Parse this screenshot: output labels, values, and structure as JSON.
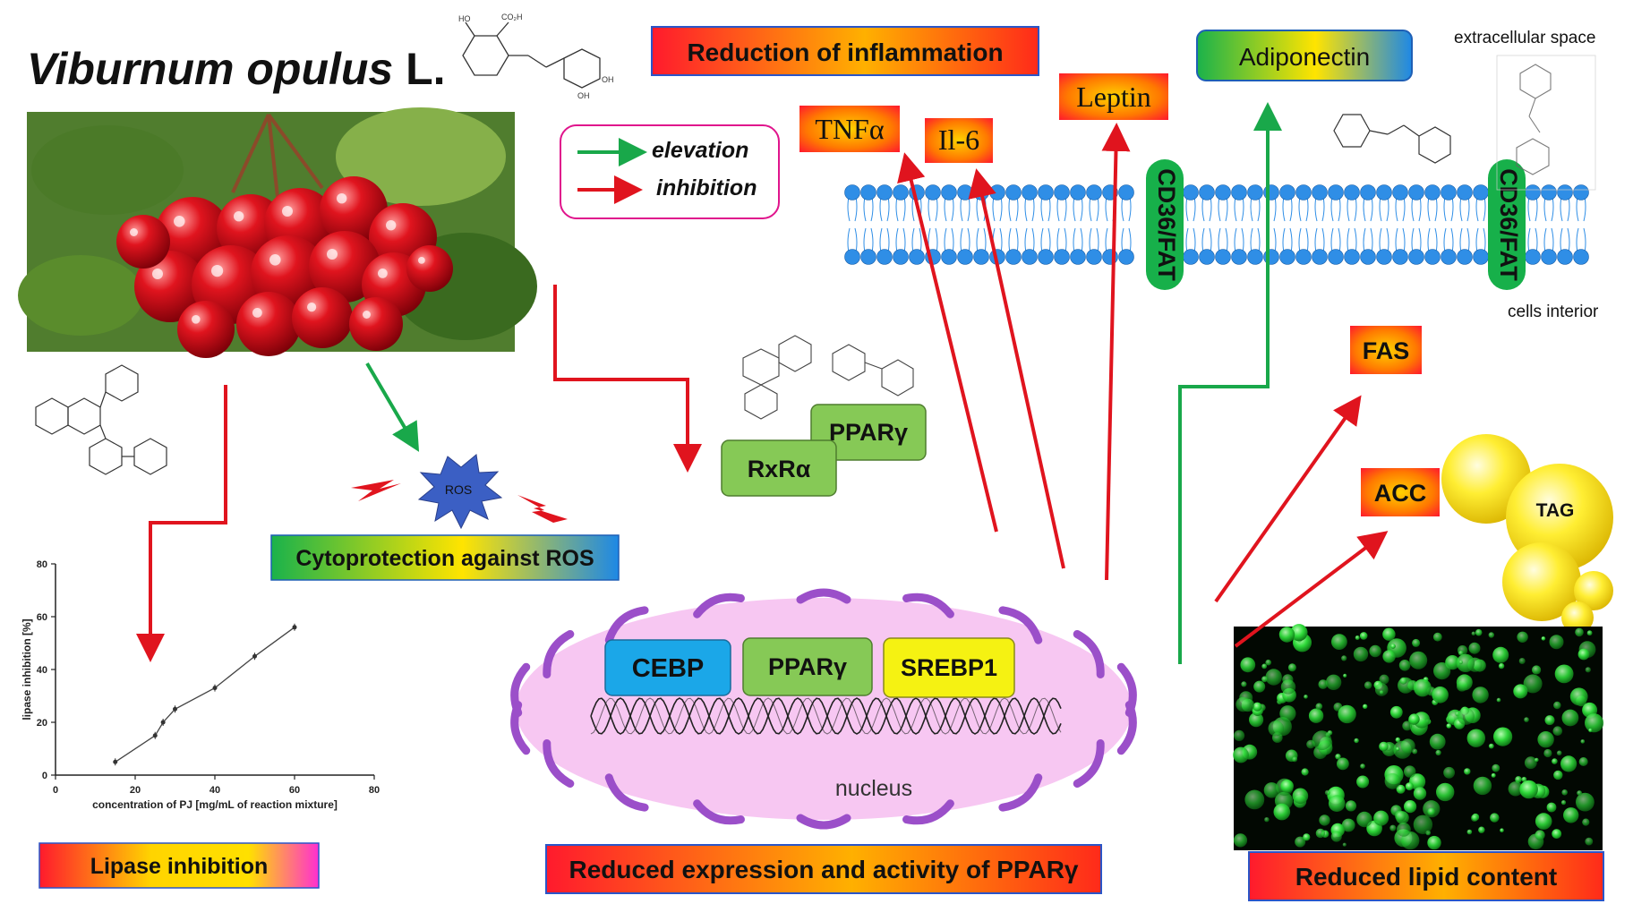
{
  "title": {
    "main": "Viburnum opulus",
    "suffix": "L."
  },
  "legend": {
    "green": "elevation",
    "red": "inhibition"
  },
  "boxes": {
    "inflammation": "Reduction of inflammation",
    "adiponectin": "Adiponectin",
    "leptin": "Leptin",
    "tnf": "TNFα",
    "il6": "Il-6",
    "ros": "Cytoprotection against ROS",
    "lipase": "Lipase inhibition",
    "pparg_expr": "Reduced expression and activity of PPARγ",
    "lipid": "Reduced lipid content",
    "fas": "FAS",
    "acc": "ACC"
  },
  "labels": {
    "extracellular": "extracellular space",
    "interior": "cells interior",
    "cd36a": "CD36/FAT",
    "cd36b": "CD36/FAT",
    "ros_burst": "ROS",
    "pparg": "PPARγ",
    "rxra": "RxRα",
    "cebp": "CEBP",
    "pparg2": "PPARγ",
    "srebp1": "SREBP1",
    "nucleus": "nucleus",
    "tag": "TAG",
    "chem_co2h": "CO₂H",
    "chem_ho": "HO",
    "chem_oh": "OH"
  },
  "colors": {
    "red_arrow": "#e0141e",
    "green_arrow": "#19a84a",
    "membrane_head": "#2f8ee6",
    "cd36": "#17b04a",
    "nucleus_fill": "#f7c7f2",
    "nucleus_edge": "#9b4fc9",
    "cebp": "#1ba7e8",
    "pparg_box": "#86c956",
    "srebp1": "#f5f212"
  },
  "chart_data": {
    "type": "line",
    "x": [
      15,
      25,
      27,
      30,
      40,
      50,
      60
    ],
    "y": [
      5,
      15,
      20,
      25,
      33,
      45,
      56
    ],
    "xlim": [
      0,
      80
    ],
    "ylim": [
      0,
      80
    ],
    "xticks": [
      0,
      20,
      40,
      60,
      80
    ],
    "yticks": [
      0,
      20,
      40,
      60,
      80
    ],
    "xlabel": "concentration of PJ [mg/mL of reaction mixture]",
    "ylabel": "lipase inhibition [%]"
  }
}
